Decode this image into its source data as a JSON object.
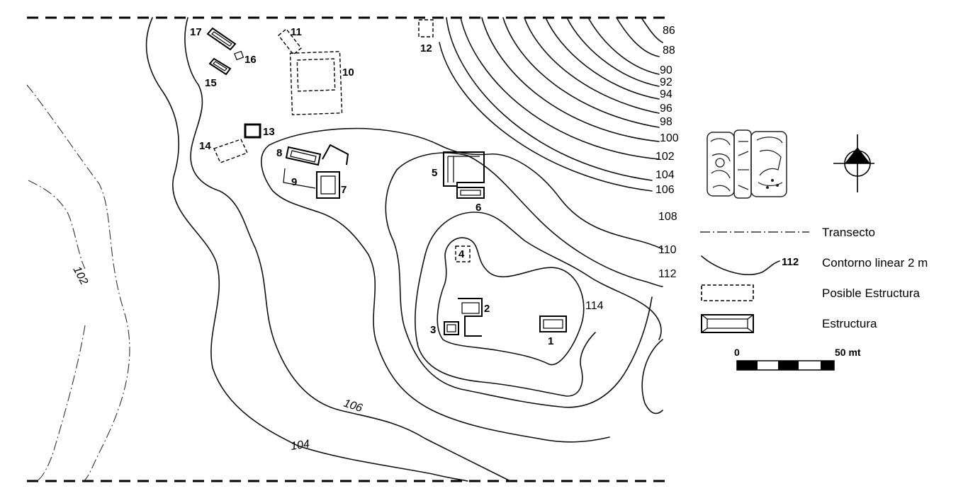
{
  "contour_labels": [
    "86",
    "88",
    "90",
    "92",
    "94",
    "96",
    "98",
    "100",
    "102",
    "104",
    "106",
    "108",
    "110",
    "112",
    "114"
  ],
  "rotated_labels": [
    "102",
    "106",
    "104"
  ],
  "structures": [
    "1",
    "2",
    "3",
    "4",
    "5",
    "6",
    "7",
    "8",
    "9",
    "10",
    "11",
    "12",
    "13",
    "14",
    "15",
    "16",
    "17"
  ],
  "legend": {
    "transect": "Transecto",
    "contour_sample": "112",
    "contour": "Contorno linear 2 m",
    "possible": "Posible Estructura",
    "structure": "Estructura"
  },
  "scale": {
    "start": "0",
    "end": "50 mt"
  },
  "icons": {
    "north": "north-arrow-icon",
    "glyph": "maya-glyph-icon"
  }
}
